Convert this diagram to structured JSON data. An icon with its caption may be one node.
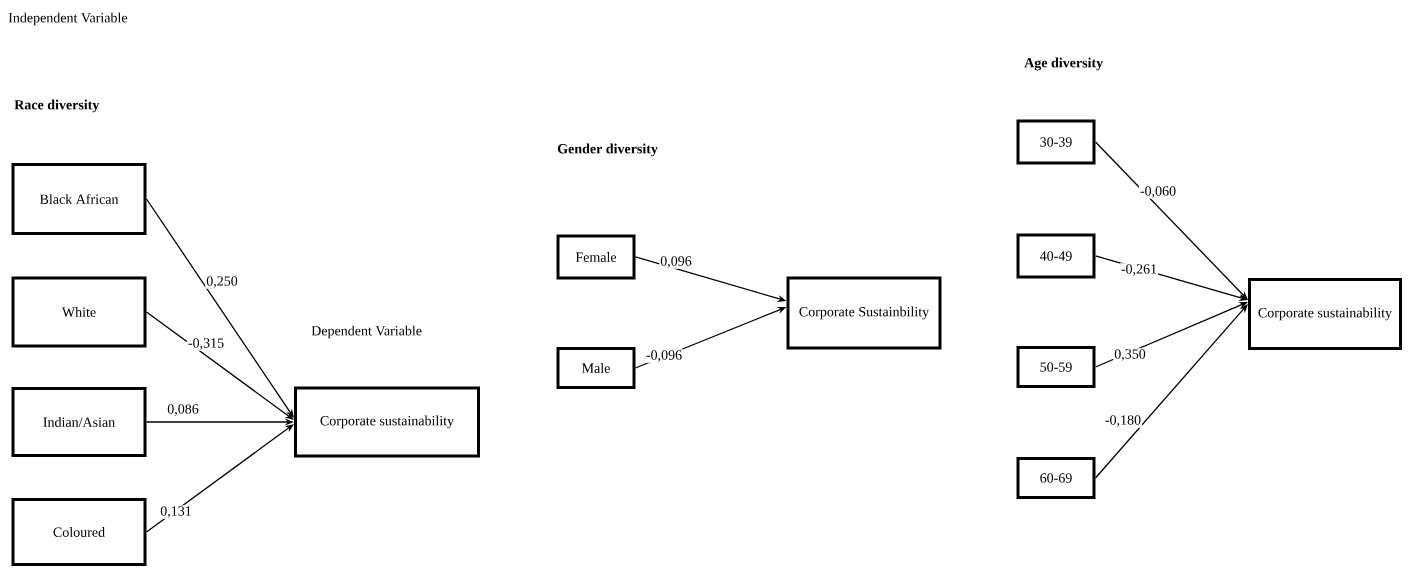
{
  "diagram": {
    "nodes": [
      {
        "text": [
          "Black African"
        ]
      },
      {
        "text": [
          "White"
        ]
      },
      {
        "text": [
          "Indian/Asian"
        ]
      },
      {
        "text": [
          "Coloured"
        ]
      },
      {
        "text": [
          "Corporate sustainability"
        ]
      },
      {
        "text": [
          "Female"
        ]
      },
      {
        "text": [
          "Male"
        ]
      },
      {
        "text": [
          "Corporate Sustainbility"
        ]
      },
      {
        "text": [
          "30-39"
        ]
      },
      {
        "text": [
          "40-49"
        ]
      },
      {
        "text": [
          "50-59"
        ]
      },
      {
        "text": [
          "60-69"
        ]
      },
      {
        "text": [
          "Corporate sustainability"
        ]
      }
    ],
    "edges": [
      {
        "from": 0,
        "to": 4,
        "arrow": "to",
        "label": "0,250"
      },
      {
        "from": 1,
        "to": 4,
        "arrow": "to",
        "label": "-0,315"
      },
      {
        "from": 2,
        "to": 4,
        "arrow": "to",
        "label": "0,086"
      },
      {
        "from": 3,
        "to": 4,
        "arrow": "to",
        "label": "0,131"
      },
      {
        "from": 5,
        "to": 7,
        "arrow": "to",
        "label": "0,096"
      },
      {
        "from": 6,
        "to": 7,
        "arrow": "to",
        "label": "-0,096"
      },
      {
        "from": 8,
        "to": 12,
        "arrow": "to",
        "label": "-0,060"
      },
      {
        "from": 9,
        "to": 12,
        "arrow": "to",
        "label": "-0,261"
      },
      {
        "from": 10,
        "to": 12,
        "arrow": "to",
        "label": "0,350"
      },
      {
        "from": 11,
        "to": 12,
        "arrow": "to",
        "label": "-0,180"
      }
    ],
    "labels": [
      "Independent Variable",
      "Age diversity",
      "Race diversity",
      "Gender diversity",
      "Dependent Variable"
    ]
  }
}
